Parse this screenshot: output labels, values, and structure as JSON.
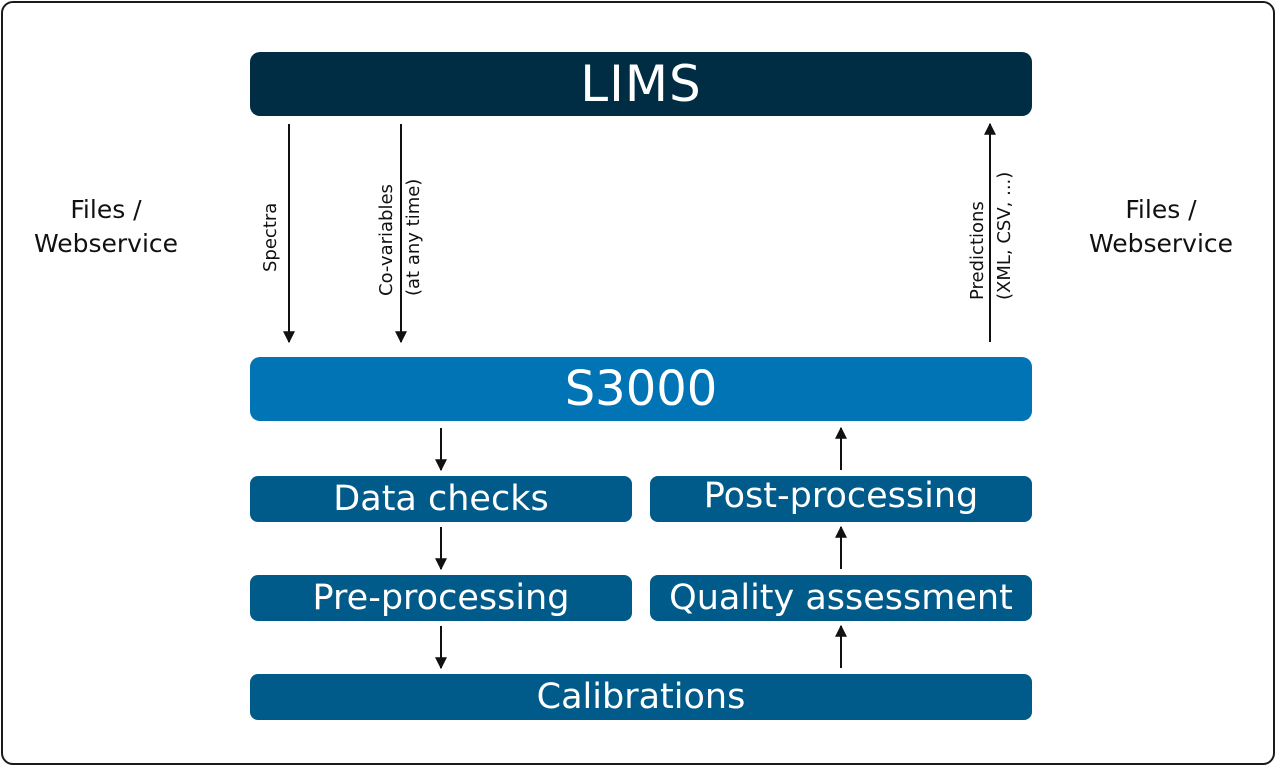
{
  "nodes": {
    "lims": "LIMS",
    "s3000": "S3000",
    "data_checks": "Data checks",
    "pre_processing": "Pre-processing",
    "post_processing": "Post-processing",
    "quality_assessment": "Quality assessment",
    "calibrations": "Calibrations"
  },
  "side_labels": {
    "left": {
      "line1": "Files /",
      "line2": "Webservice"
    },
    "right": {
      "line1": "Files /",
      "line2": "Webservice"
    }
  },
  "edge_labels": {
    "spectra": "Spectra",
    "covariables_line1": "Co-variables",
    "covariables_line2": "(at any time)",
    "predictions_line1": "Predictions",
    "predictions_line2": "(XML, CSV, ...)"
  },
  "colors": {
    "lims": "#002d44",
    "s3000": "#0074b5",
    "step": "#005a8a",
    "arrow": "#111111"
  }
}
